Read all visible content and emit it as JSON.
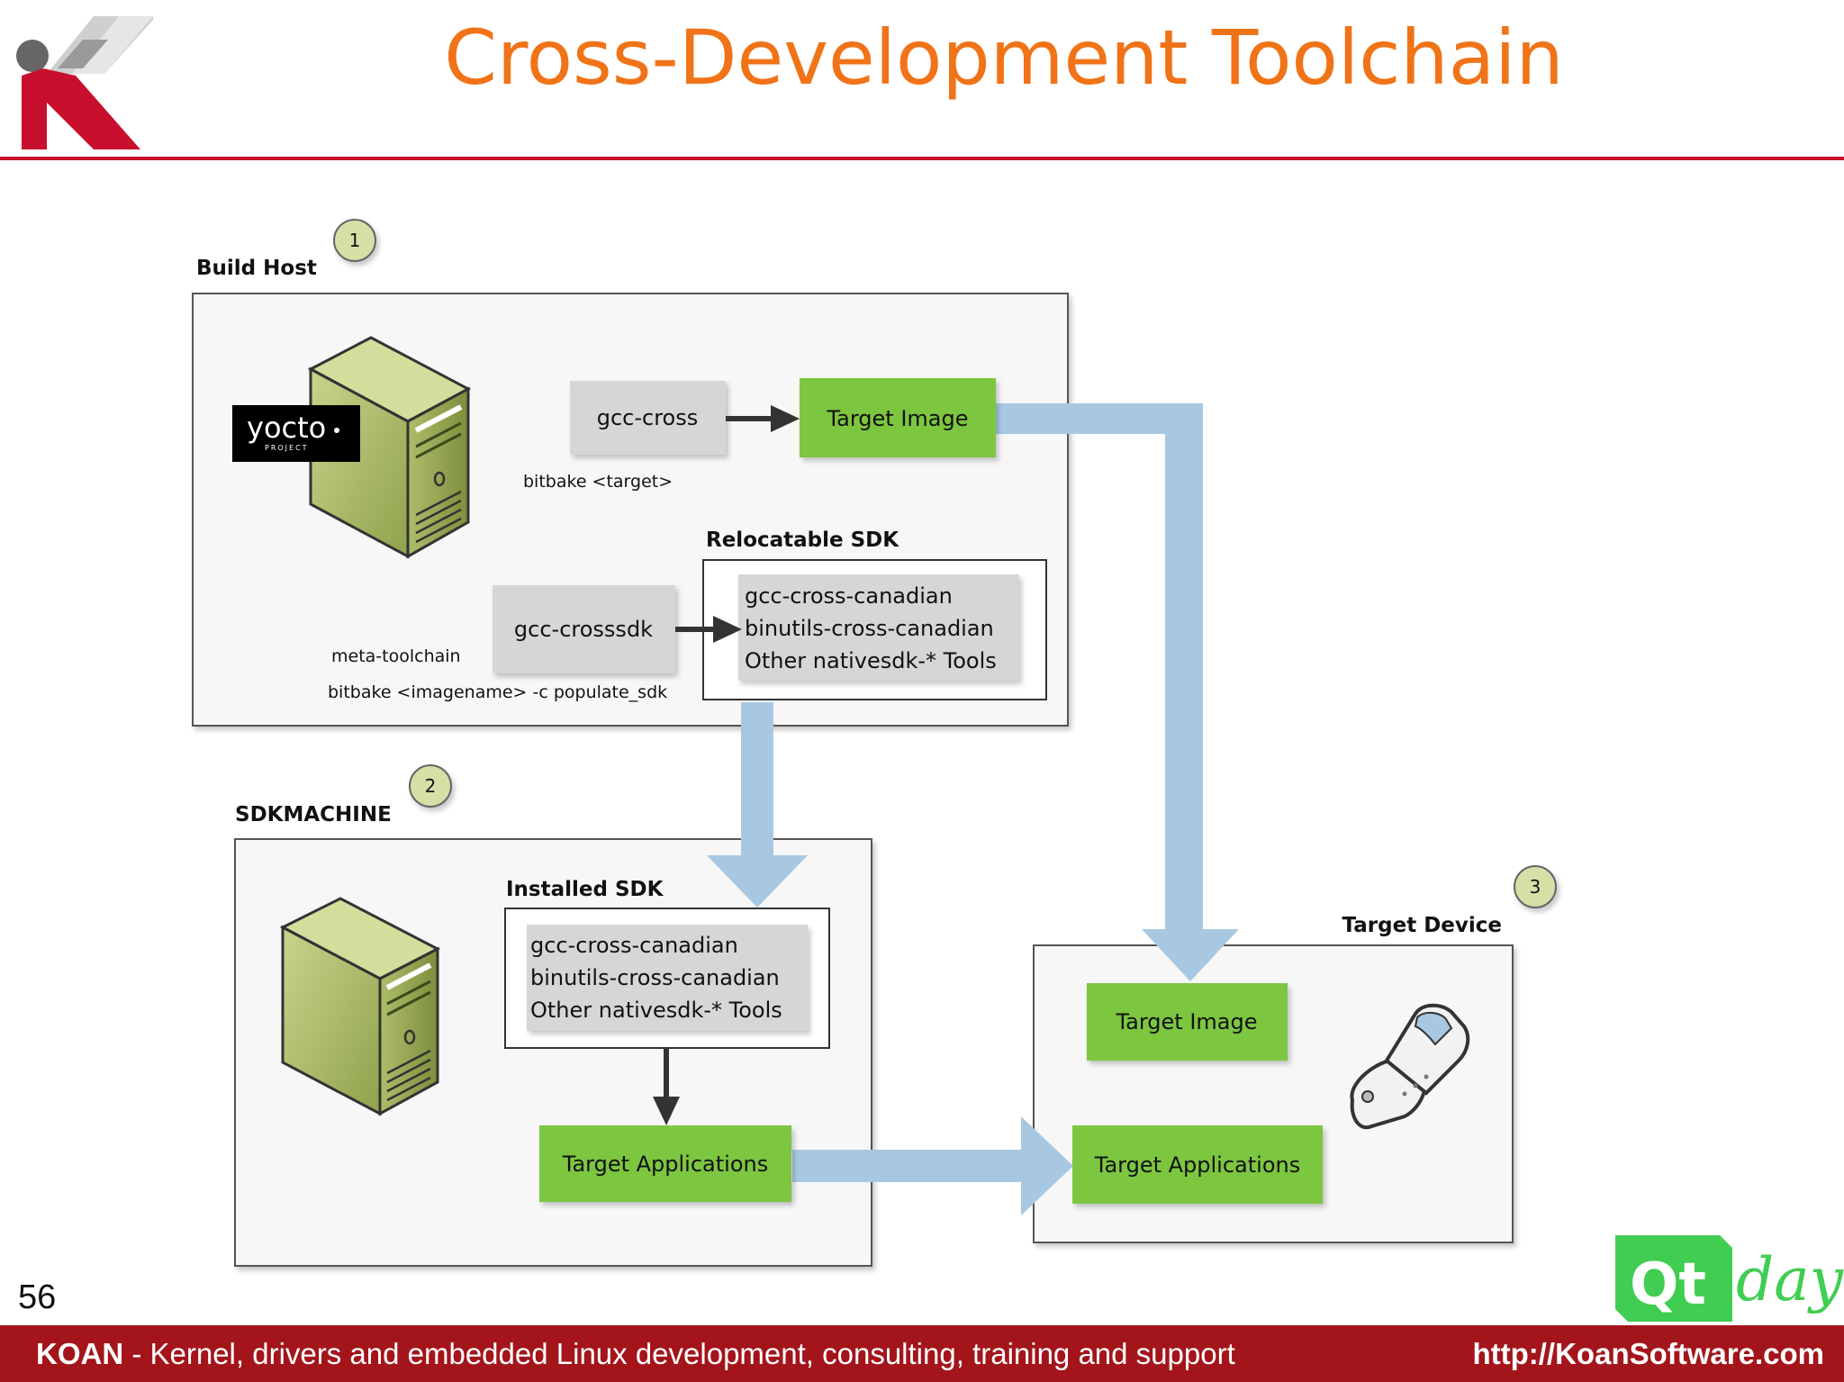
{
  "header": {
    "title": "Cross-Development Toolchain"
  },
  "diagram": {
    "build_host": {
      "label": "Build Host",
      "step": "1",
      "logo_text": "yocto",
      "logo_subtext": "PROJECT",
      "gcc_cross": "gcc-cross",
      "bitbake_target": "bitbake <target>",
      "target_image": "Target Image",
      "relocatable_sdk": {
        "title": "Relocatable SDK",
        "lines": [
          "gcc-cross-canadian",
          "binutils-cross-canadian",
          "Other nativesdk-* Tools"
        ]
      },
      "gcc_crosssdk": "gcc-crosssdk",
      "meta_toolchain": "meta-toolchain",
      "bitbake_populate": "bitbake <imagename> -c populate_sdk"
    },
    "sdkmachine": {
      "label": "SDKMACHINE",
      "step": "2",
      "installed_sdk": {
        "title": "Installed SDK",
        "lines": [
          "gcc-cross-canadian",
          "binutils-cross-canadian",
          "Other nativesdk-* Tools"
        ]
      },
      "target_applications": "Target Applications"
    },
    "target_device": {
      "label": "Target Device",
      "step": "3",
      "target_image": "Target Image",
      "target_applications": "Target Applications"
    }
  },
  "page_number": "56",
  "footer": {
    "brand": "KOAN",
    "tagline": " - Kernel, drivers and embedded Linux development, consulting, training and support",
    "url": "http://KoanSoftware.com"
  },
  "qtday_logo": {
    "qt": "Qt",
    "day": "day"
  },
  "colors": {
    "title": "#f07318",
    "rule": "#c8102e",
    "footer_bg": "#a3151b",
    "green_box": "#7dc63f",
    "gray_box": "#d6d6d6",
    "flow_arrow": "#a8c8e2",
    "server_green": "#9cae5a"
  },
  "icons": {
    "logo": "koan-logo-icon",
    "server": "server-tower-icon",
    "phone": "flip-phone-icon"
  }
}
